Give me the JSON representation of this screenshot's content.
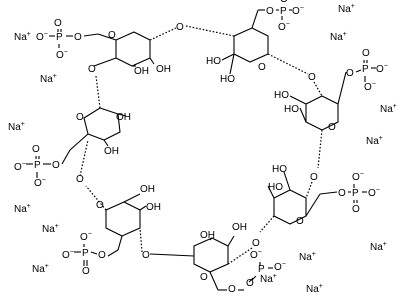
{
  "structure": {
    "subject": "sulfated-style cyclodextrin sodium phosphate salt",
    "ring_count": 7,
    "atom_labels": {
      "phosphate_O_minus": "O",
      "minus_sign": "−",
      "phosphorus": "P",
      "oxygen": "O",
      "hydroxyl": "OH",
      "hydroxyl_ho": "HO",
      "sodium": "Na",
      "plus_sign": "+"
    },
    "counterions": {
      "symbol": "Na",
      "charge": "+",
      "count": 14
    },
    "bond_color": "#000000"
  }
}
